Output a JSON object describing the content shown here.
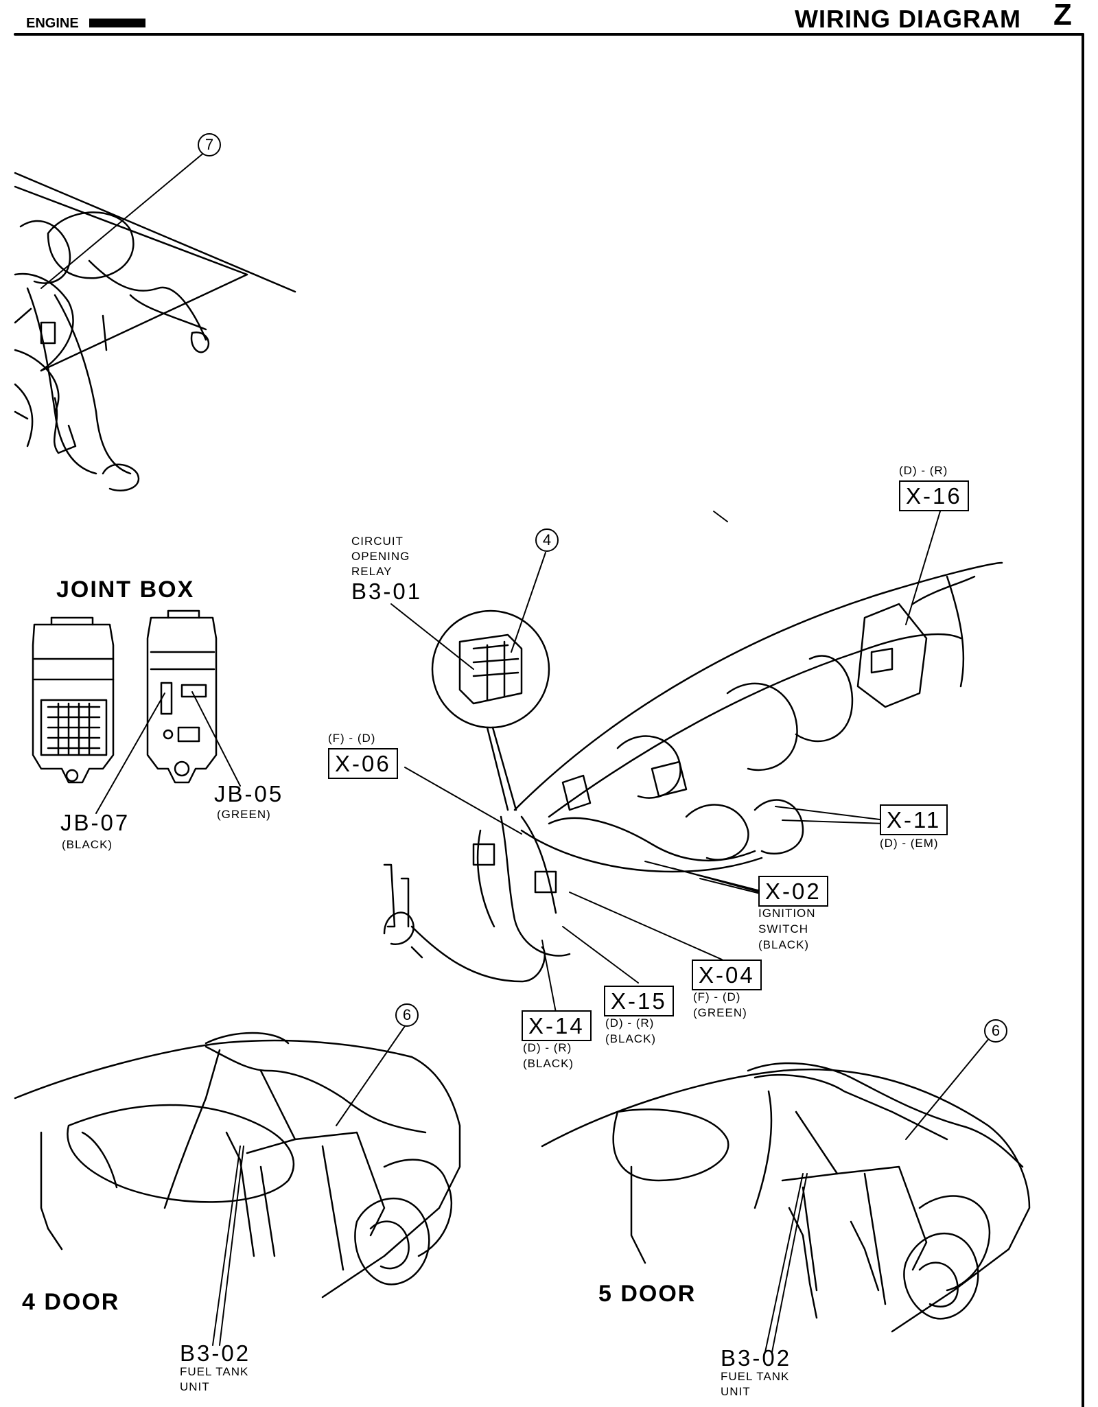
{
  "header": {
    "section": "ENGINE",
    "title": "WIRING DIAGRAM",
    "page_marker": "Z"
  },
  "joint_box": {
    "title": "JOINT BOX",
    "connectors": [
      {
        "code": "JB-07",
        "color": "(BLACK)"
      },
      {
        "code": "JB-05",
        "color": "(GREEN)"
      }
    ]
  },
  "relay": {
    "name_line1": "CIRCUIT",
    "name_line2": "OPENING",
    "name_line3": "RELAY",
    "code": "B3-01"
  },
  "callouts": {
    "n4": "4",
    "n6a": "6",
    "n6b": "6",
    "n7": "7"
  },
  "connectors": {
    "x16": {
      "code": "X-16",
      "route": "(D) - (R)"
    },
    "x06": {
      "code": "X-06",
      "route": "(F) - (D)"
    },
    "x11": {
      "code": "X-11",
      "route": "(D) - (EM)"
    },
    "x02": {
      "code": "X-02",
      "line1": "IGNITION",
      "line2": "SWITCH",
      "color": "(BLACK)"
    },
    "x04": {
      "code": "X-04",
      "route": "(F) - (D)",
      "color": "(GREEN)"
    },
    "x15": {
      "code": "X-15",
      "route": "(D) - (R)",
      "color": "(BLACK)"
    },
    "x14": {
      "code": "X-14",
      "route": "(D) - (R)",
      "color": "(BLACK)"
    }
  },
  "four_door": {
    "title": "4 DOOR",
    "code": "B3-02",
    "line1": "FUEL TANK",
    "line2": "UNIT"
  },
  "five_door": {
    "title": "5 DOOR",
    "code": "B3-02",
    "line1": "FUEL TANK",
    "line2": "UNIT"
  }
}
